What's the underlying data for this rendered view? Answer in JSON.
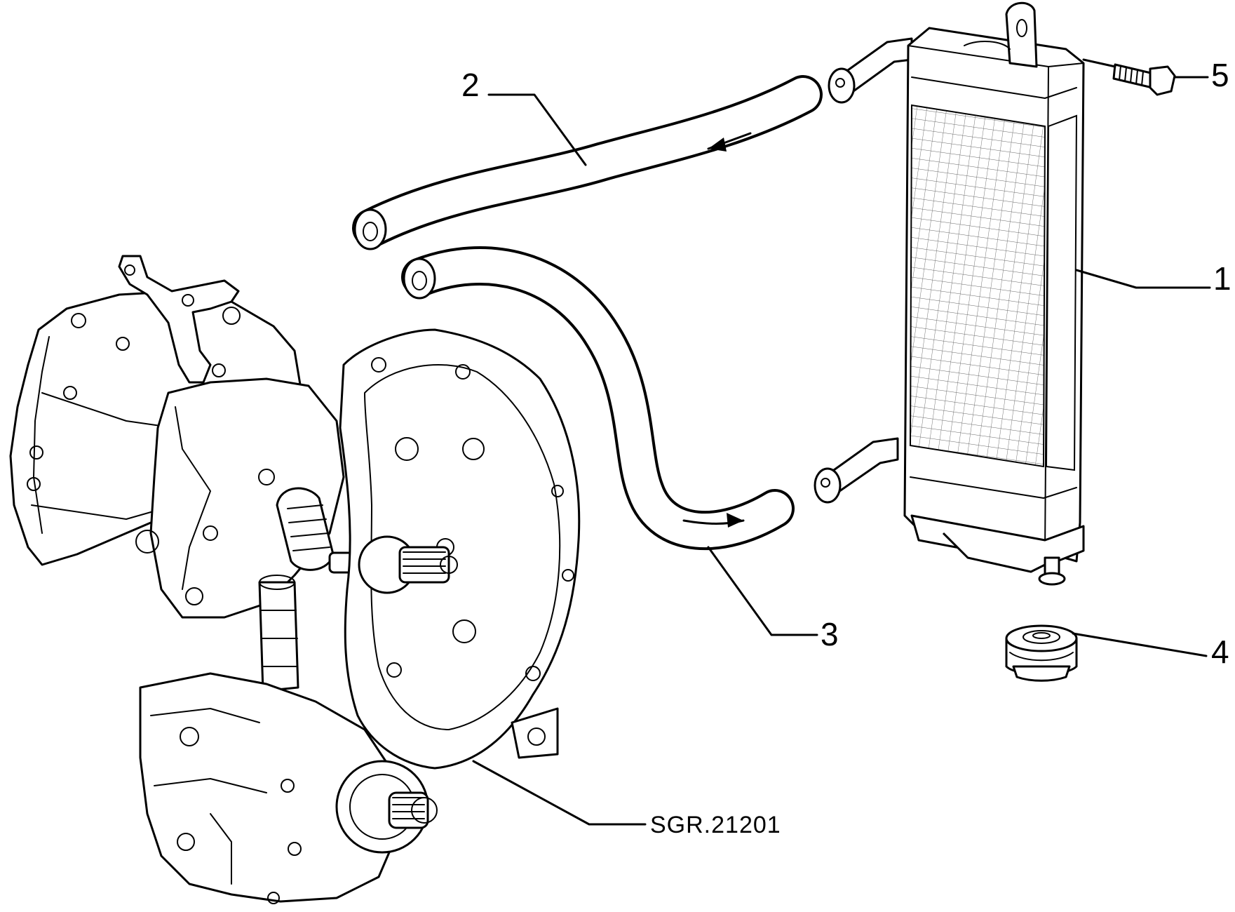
{
  "callouts": {
    "c1": "1",
    "c2": "2",
    "c3": "3",
    "c4": "4",
    "c5": "5",
    "reference": "SGR.21201"
  },
  "parts": {
    "p1": "oil-cooler-radiator",
    "p2": "hose-upper-return",
    "p3": "hose-lower-supply",
    "p4": "rubber-mount",
    "p5": "bolt",
    "assembly": "gearbox"
  },
  "flow_arrows": {
    "upper_hose": "toward-gearbox",
    "lower_hose": "toward-cooler"
  }
}
